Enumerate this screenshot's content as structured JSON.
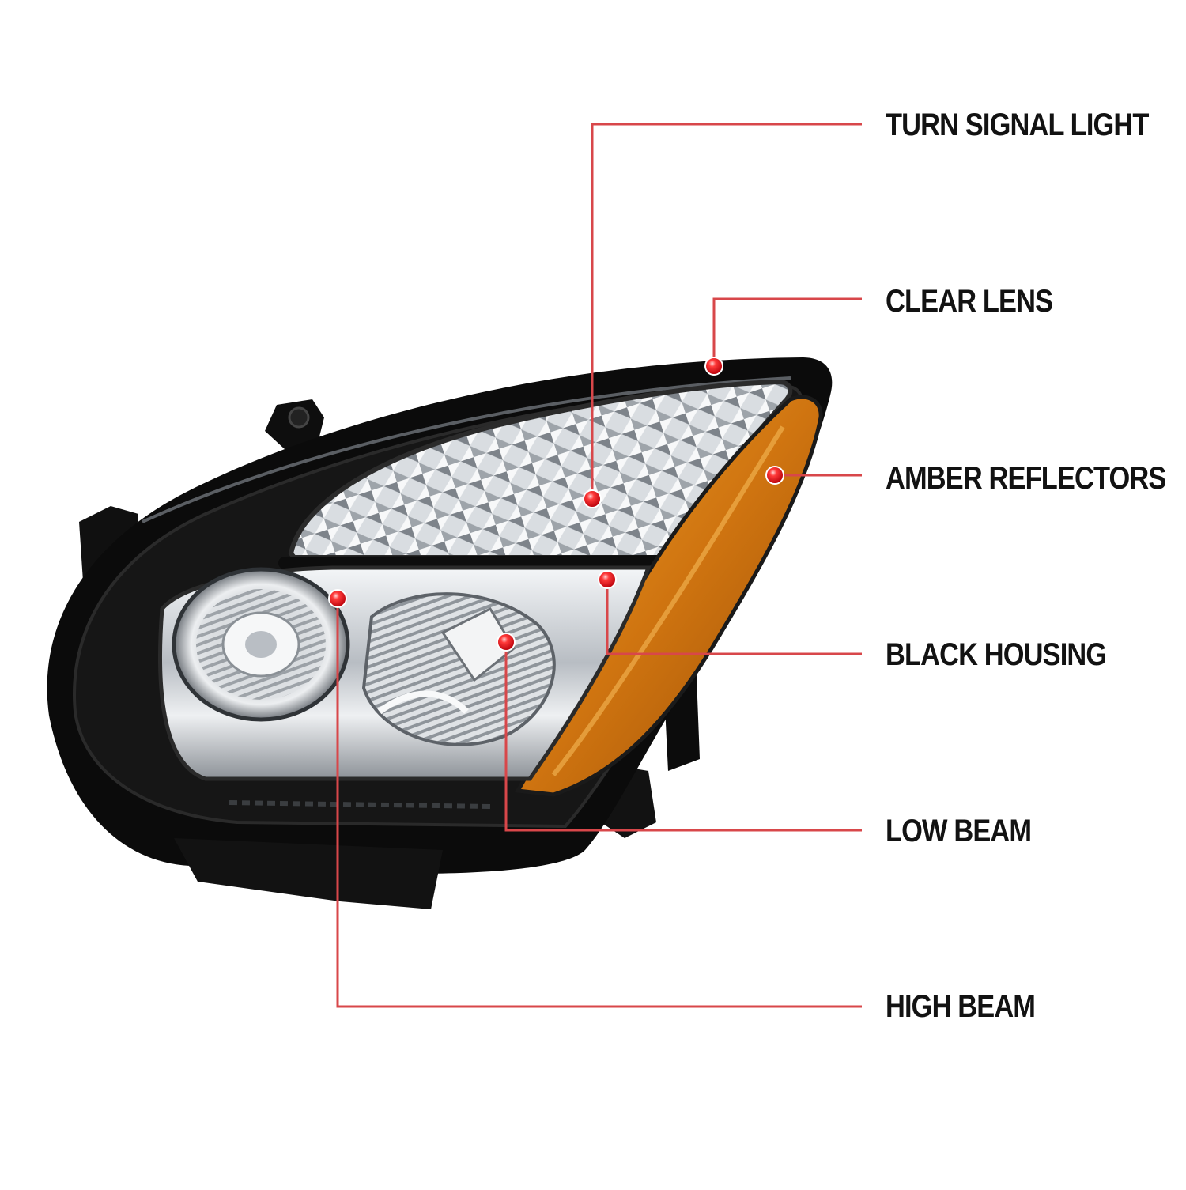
{
  "diagram": {
    "callouts": [
      {
        "id": "turn_signal",
        "label": "TURN SIGNAL LIGHT"
      },
      {
        "id": "clear_lens",
        "label": "CLEAR LENS"
      },
      {
        "id": "amber_reflectors",
        "label": "AMBER REFLECTORS"
      },
      {
        "id": "black_housing",
        "label": "BLACK HOUSING"
      },
      {
        "id": "low_beam",
        "label": "LOW BEAM"
      },
      {
        "id": "high_beam",
        "label": "HIGH BEAM"
      }
    ],
    "colors": {
      "leader_line": "#d8474a",
      "marker": "#e8141e",
      "label_text": "#121212",
      "housing": "#0b0b0b",
      "amber": "#d27a10",
      "chrome": "#c9cdd2"
    }
  }
}
